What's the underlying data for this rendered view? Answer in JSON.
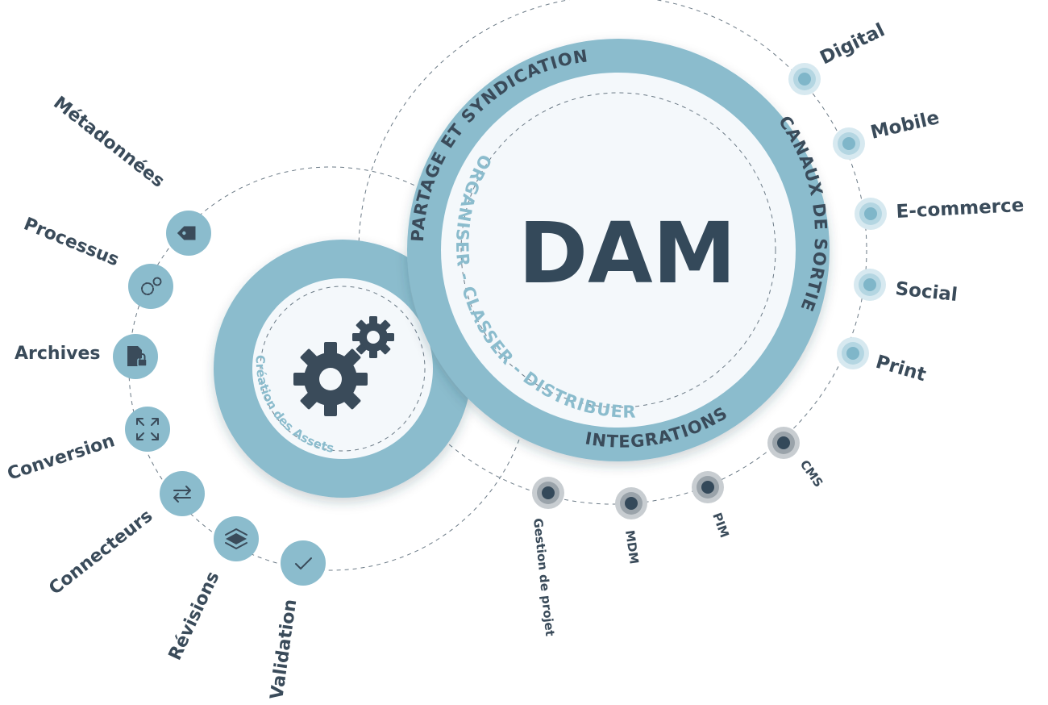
{
  "center": {
    "title": "DAM",
    "ring_outer_top": "PARTAGE ET SYNDICATION",
    "ring_outer_right": "CANAUX DE SORTIE",
    "ring_outer_bottom": "INTEGRATIONS",
    "ring_inner": "ORGANISER - CLASSER - DISTRIBUER"
  },
  "left_gear": {
    "label": "Création des Assets"
  },
  "left_nodes": [
    {
      "label": "Métadonnées",
      "icon": "tag-icon"
    },
    {
      "label": "Processus",
      "icon": "gears-icon"
    },
    {
      "label": "Archives",
      "icon": "locked-file-icon"
    },
    {
      "label": "Conversion",
      "icon": "expand-arrows-icon"
    },
    {
      "label": "Connecteurs",
      "icon": "swap-arrows-icon"
    },
    {
      "label": "Révisions",
      "icon": "layers-icon"
    },
    {
      "label": "Validation",
      "icon": "checkmark-icon"
    }
  ],
  "output_channels": [
    "Digital",
    "Mobile",
    "E-commerce",
    "Social",
    "Print"
  ],
  "integrations": [
    "CMS",
    "PIM",
    "MDM",
    "Gestion de projet"
  ],
  "colors": {
    "accent": "#8bbccd",
    "dark": "#34495a",
    "light": "#f4f8fb"
  }
}
